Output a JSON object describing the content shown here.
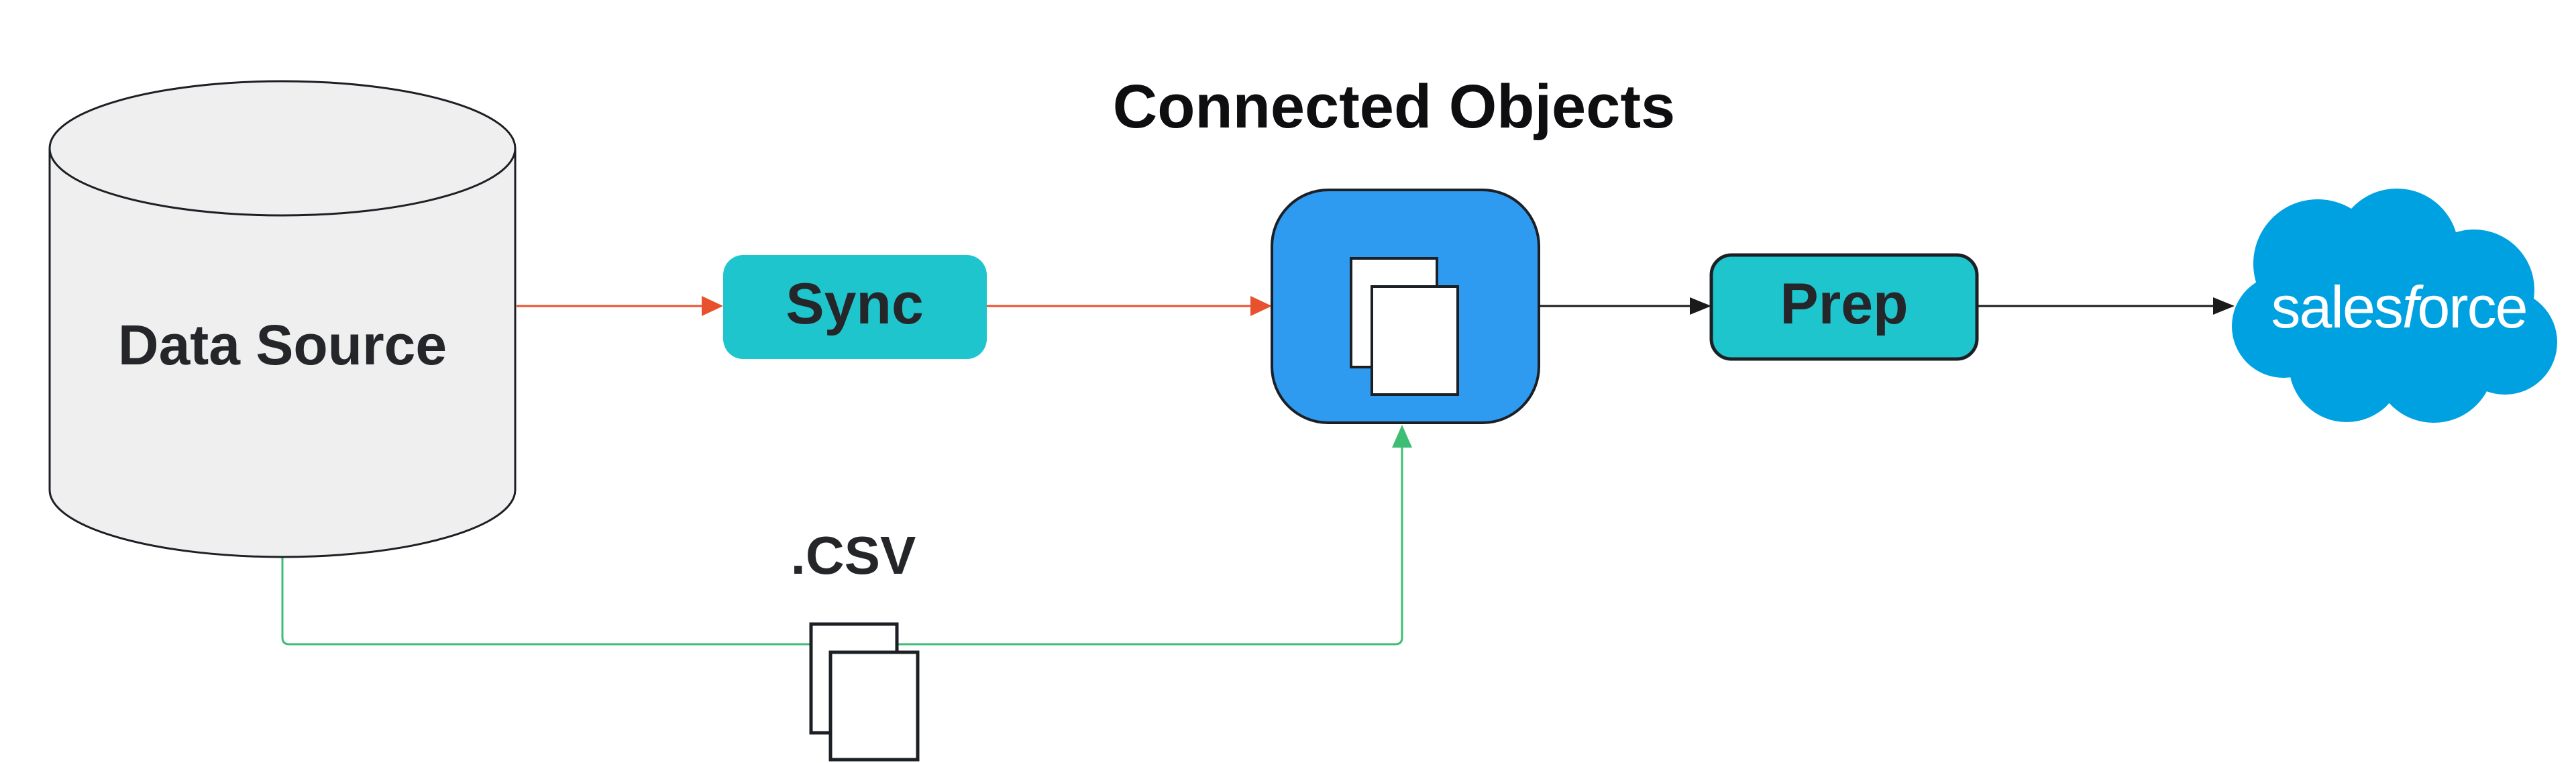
{
  "diagram": {
    "title": "Connected Objects",
    "nodes": {
      "data_source": {
        "label": "Data Source",
        "shape": "database-cylinder"
      },
      "sync": {
        "label": "Sync",
        "shape": "rounded-rect"
      },
      "connected_objects": {
        "shape": "blue-app-tile",
        "icon": "copy-documents-icon"
      },
      "prep": {
        "label": "Prep",
        "shape": "rounded-rect"
      },
      "salesforce": {
        "wordmark_pre": "sales",
        "wordmark_italic": "f",
        "wordmark_post": "orce",
        "shape": "cloud-logo"
      },
      "csv": {
        "label": ".CSV",
        "icon": "copy-documents-icon"
      }
    },
    "edges": {
      "source_to_sync": {
        "style": "arrow",
        "color_name": "orange"
      },
      "sync_to_objects": {
        "style": "arrow",
        "color_name": "orange"
      },
      "objects_to_prep": {
        "style": "arrow",
        "color_name": "black"
      },
      "prep_to_salesforce": {
        "style": "arrow",
        "color_name": "black"
      },
      "source_to_objects_via_csv": {
        "style": "elbow-arrow",
        "color_name": "green"
      }
    },
    "colors": {
      "teal": "#1ec5cd",
      "blue_tile": "#2e9af0",
      "salesforce_blue": "#00a1e0",
      "orange": "#e8512d",
      "green": "#3ebd74",
      "black_line": "#1a1a1a",
      "cylinder_fill": "#efefef",
      "stroke_dark": "#1c1f24",
      "text_dark": "#25262a",
      "title_color": "#0e0e10",
      "white": "#ffffff"
    }
  }
}
